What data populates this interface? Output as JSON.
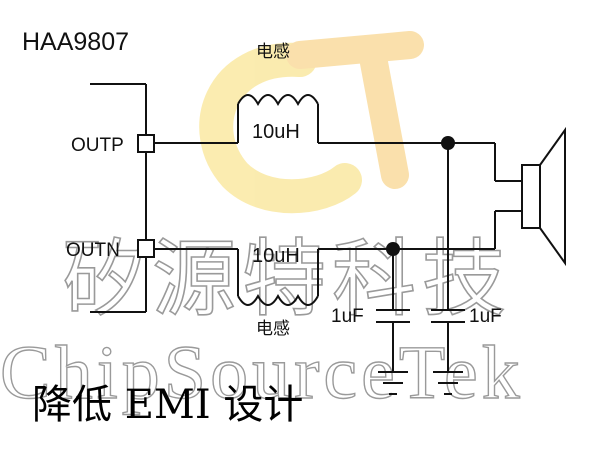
{
  "chip_label": "HAA9807",
  "pins": {
    "outp": "OUTP",
    "outn": "OUTN"
  },
  "inductors": [
    {
      "name": "电感",
      "value": "10uH"
    },
    {
      "name": "电感",
      "value": "10uH"
    }
  ],
  "capacitors": [
    {
      "value": "1uF"
    },
    {
      "value": "1uF"
    }
  ],
  "watermark": {
    "chinese": "矽源特科技",
    "english": "ChipSourceTek",
    "logo_letters": "CT"
  },
  "caption": "降低 EMI 设计",
  "colors": {
    "line": "#111111",
    "watermark_text": "#9a9a9a",
    "logo_yellow": "#f7dc6f",
    "logo_orange": "#f6c86a"
  }
}
